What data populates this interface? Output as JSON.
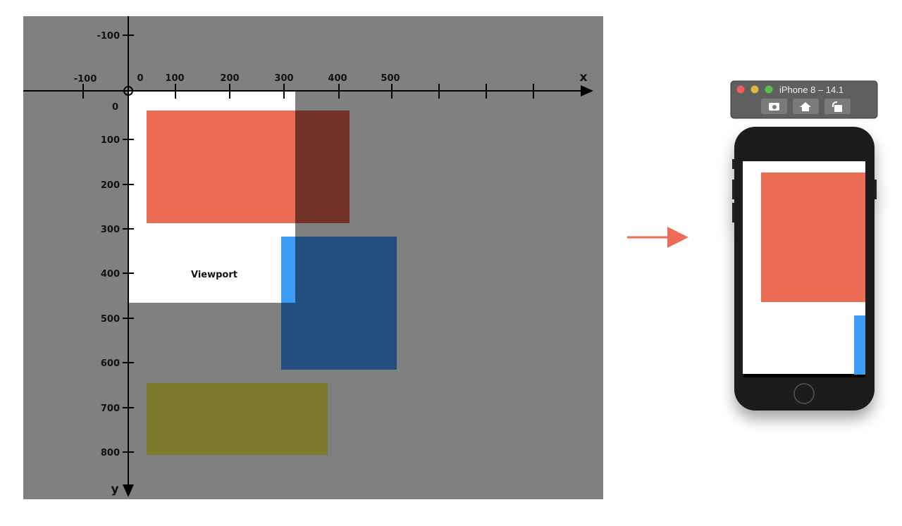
{
  "diagram": {
    "x_axis_label": "x",
    "y_axis_label": "y",
    "x_ticks": [
      "-100",
      "0",
      "100",
      "200",
      "300",
      "400",
      "500"
    ],
    "y_ticks": [
      "-100",
      "0",
      "100",
      "200",
      "300",
      "400",
      "500",
      "600",
      "700",
      "800"
    ],
    "viewport_label": "Viewport",
    "colors": {
      "background": "#808080",
      "viewport": "#ffffff",
      "red_view": "#ED6C56",
      "red_offscreen": "#733229",
      "blue_view": "#3D9CF5",
      "blue_offscreen": "#21507F",
      "olive": "#7C7A2B",
      "arrow": "#ED6C56"
    }
  },
  "simulator": {
    "title": "iPhone 8 – 14.1",
    "buttons": [
      "screenshot-icon",
      "home-icon",
      "rotate-icon"
    ]
  }
}
